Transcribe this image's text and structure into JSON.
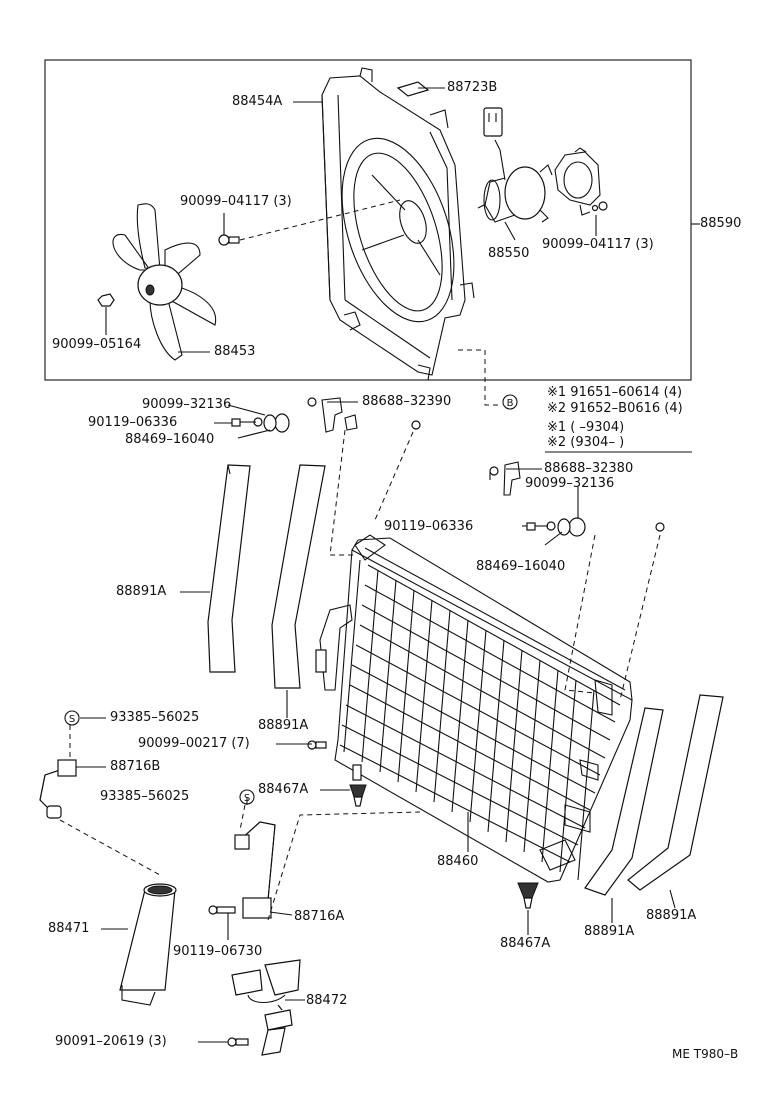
{
  "labels": {
    "p88454A": "88454A",
    "p88723B": "88723B",
    "p88590": "88590",
    "p90099_04117_a": "90099–04117 (3)",
    "p90099_04117_b": "90099–04117 (3)",
    "p88550": "88550",
    "p90099_05164": "90099–05164",
    "p88453": "88453",
    "p90099_32136_a": "90099–32136",
    "p90119_06336_a": "90119–06336",
    "p88469_16040_a": "88469–16040",
    "p88688_32390": "88688–32390",
    "note_b1": "※1  91651–60614 (4)",
    "note_b2": "※2  91652–B0616 (4)",
    "note_r1": "※1  (        –9304)",
    "note_r2": "※2  (9304–        )",
    "p88688_32380": "88688–32380",
    "p90099_32136_b": "90099–32136",
    "p90119_06336_b": "90119–06336",
    "p88469_16040_b": "88469–16040",
    "p88891A_a": "88891A",
    "p88891A_b": "88891A",
    "p88891A_c": "88891A",
    "p88891A_d": "88891A",
    "p93385_56025_a": "93385–56025",
    "p93385_56025_b": "93385–56025",
    "p90099_00217": "90099–00217 (7)",
    "p88716B": "88716B",
    "p88467A_a": "88467A",
    "p88467A_b": "88467A",
    "p88460": "88460",
    "p88471": "88471",
    "p88716A": "88716A",
    "p90119_06730": "90119–06730",
    "p88472": "88472",
    "p90091_20619": "90091–20619 (3)",
    "ref": "ME T980–B"
  },
  "callout_letters": {
    "b": "B",
    "s1": "S",
    "s2": "S"
  }
}
